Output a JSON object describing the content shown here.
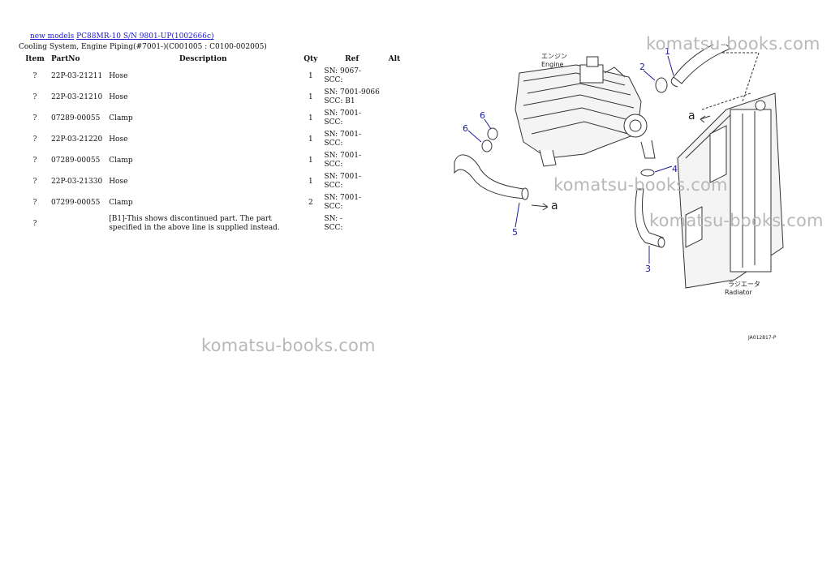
{
  "breadcrumb": {
    "link1": "new models",
    "link2": "PC88MR-10 S/N 9801-UP(1002666c)"
  },
  "subtitle": "Cooling System, Engine Piping(#7001-)(C001005 : C0100-002005)",
  "table": {
    "headers": {
      "item": "Item",
      "partno": "PartNo",
      "description": "Description",
      "qty": "Qty",
      "ref": "Ref",
      "alt": "Alt"
    },
    "rows": [
      {
        "item": "?",
        "partno": "22P-03-21211",
        "description": "Hose",
        "qty": "1",
        "sn": "SN: 9067-",
        "scc": "SCC:"
      },
      {
        "item": "?",
        "partno": "22P-03-21210",
        "description": "Hose",
        "qty": "1",
        "sn": "SN: 7001-9066",
        "scc": "SCC: B1"
      },
      {
        "item": "?",
        "partno": "07289-00055",
        "description": "Clamp",
        "qty": "1",
        "sn": "SN: 7001-",
        "scc": "SCC:"
      },
      {
        "item": "?",
        "partno": "22P-03-21220",
        "description": "Hose",
        "qty": "1",
        "sn": "SN: 7001-",
        "scc": "SCC:"
      },
      {
        "item": "?",
        "partno": "07289-00055",
        "description": "Clamp",
        "qty": "1",
        "sn": "SN: 7001-",
        "scc": "SCC:"
      },
      {
        "item": "?",
        "partno": "22P-03-21330",
        "description": "Hose",
        "qty": "1",
        "sn": "SN: 7001-",
        "scc": "SCC:"
      },
      {
        "item": "?",
        "partno": "07299-00055",
        "description": "Clamp",
        "qty": "2",
        "sn": "SN: 7001-",
        "scc": "SCC:"
      },
      {
        "item": "?",
        "partno": "",
        "description": "[B1]-This shows discontinued part. The part specified in the above line is supplied instead.",
        "qty": "",
        "sn": "SN: -",
        "scc": "SCC:"
      }
    ]
  },
  "watermark": "komatsu-books.com",
  "diagram": {
    "engine_jp": "エンジン",
    "engine_en": "Engine",
    "radiator_jp": "ラジエータ",
    "radiator_en": "Radiator",
    "ref_a": "a",
    "code": "JA012817-P",
    "callouts": [
      "1",
      "2",
      "3",
      "4",
      "5",
      "6",
      "6"
    ]
  },
  "colors": {
    "link": "#1a1acc",
    "callout": "#1c1c9c",
    "watermark": "#b8b8b8"
  }
}
